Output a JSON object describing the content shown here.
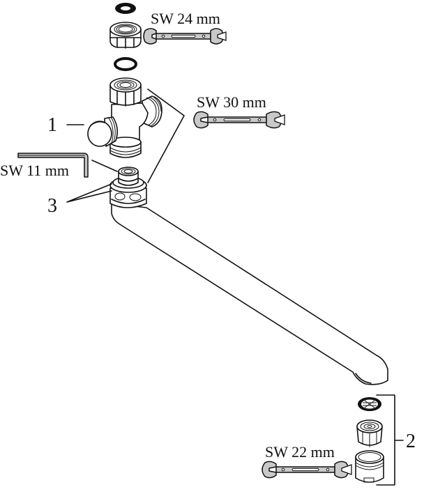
{
  "diagram": {
    "title": "Spout assembly exploded view",
    "callouts": [
      {
        "id": "1",
        "label": "1",
        "part": "T-fitting / diverter body"
      },
      {
        "id": "2",
        "label": "2",
        "part": "Aerator set (sieve, insert, housing)"
      },
      {
        "id": "3",
        "label": "3",
        "part": "O-ring seals on spout connector"
      }
    ],
    "tools": [
      {
        "type": "open-end-wrench",
        "label": "SW 24 mm"
      },
      {
        "type": "open-end-wrench",
        "label": "SW 30 mm"
      },
      {
        "type": "hex-key",
        "label": "SW 11 mm"
      },
      {
        "type": "open-end-wrench",
        "label": "SW 22 mm"
      }
    ],
    "colors": {
      "line": "#111111",
      "tool_fill": "#c9c9c9",
      "background": "#ffffff"
    }
  }
}
